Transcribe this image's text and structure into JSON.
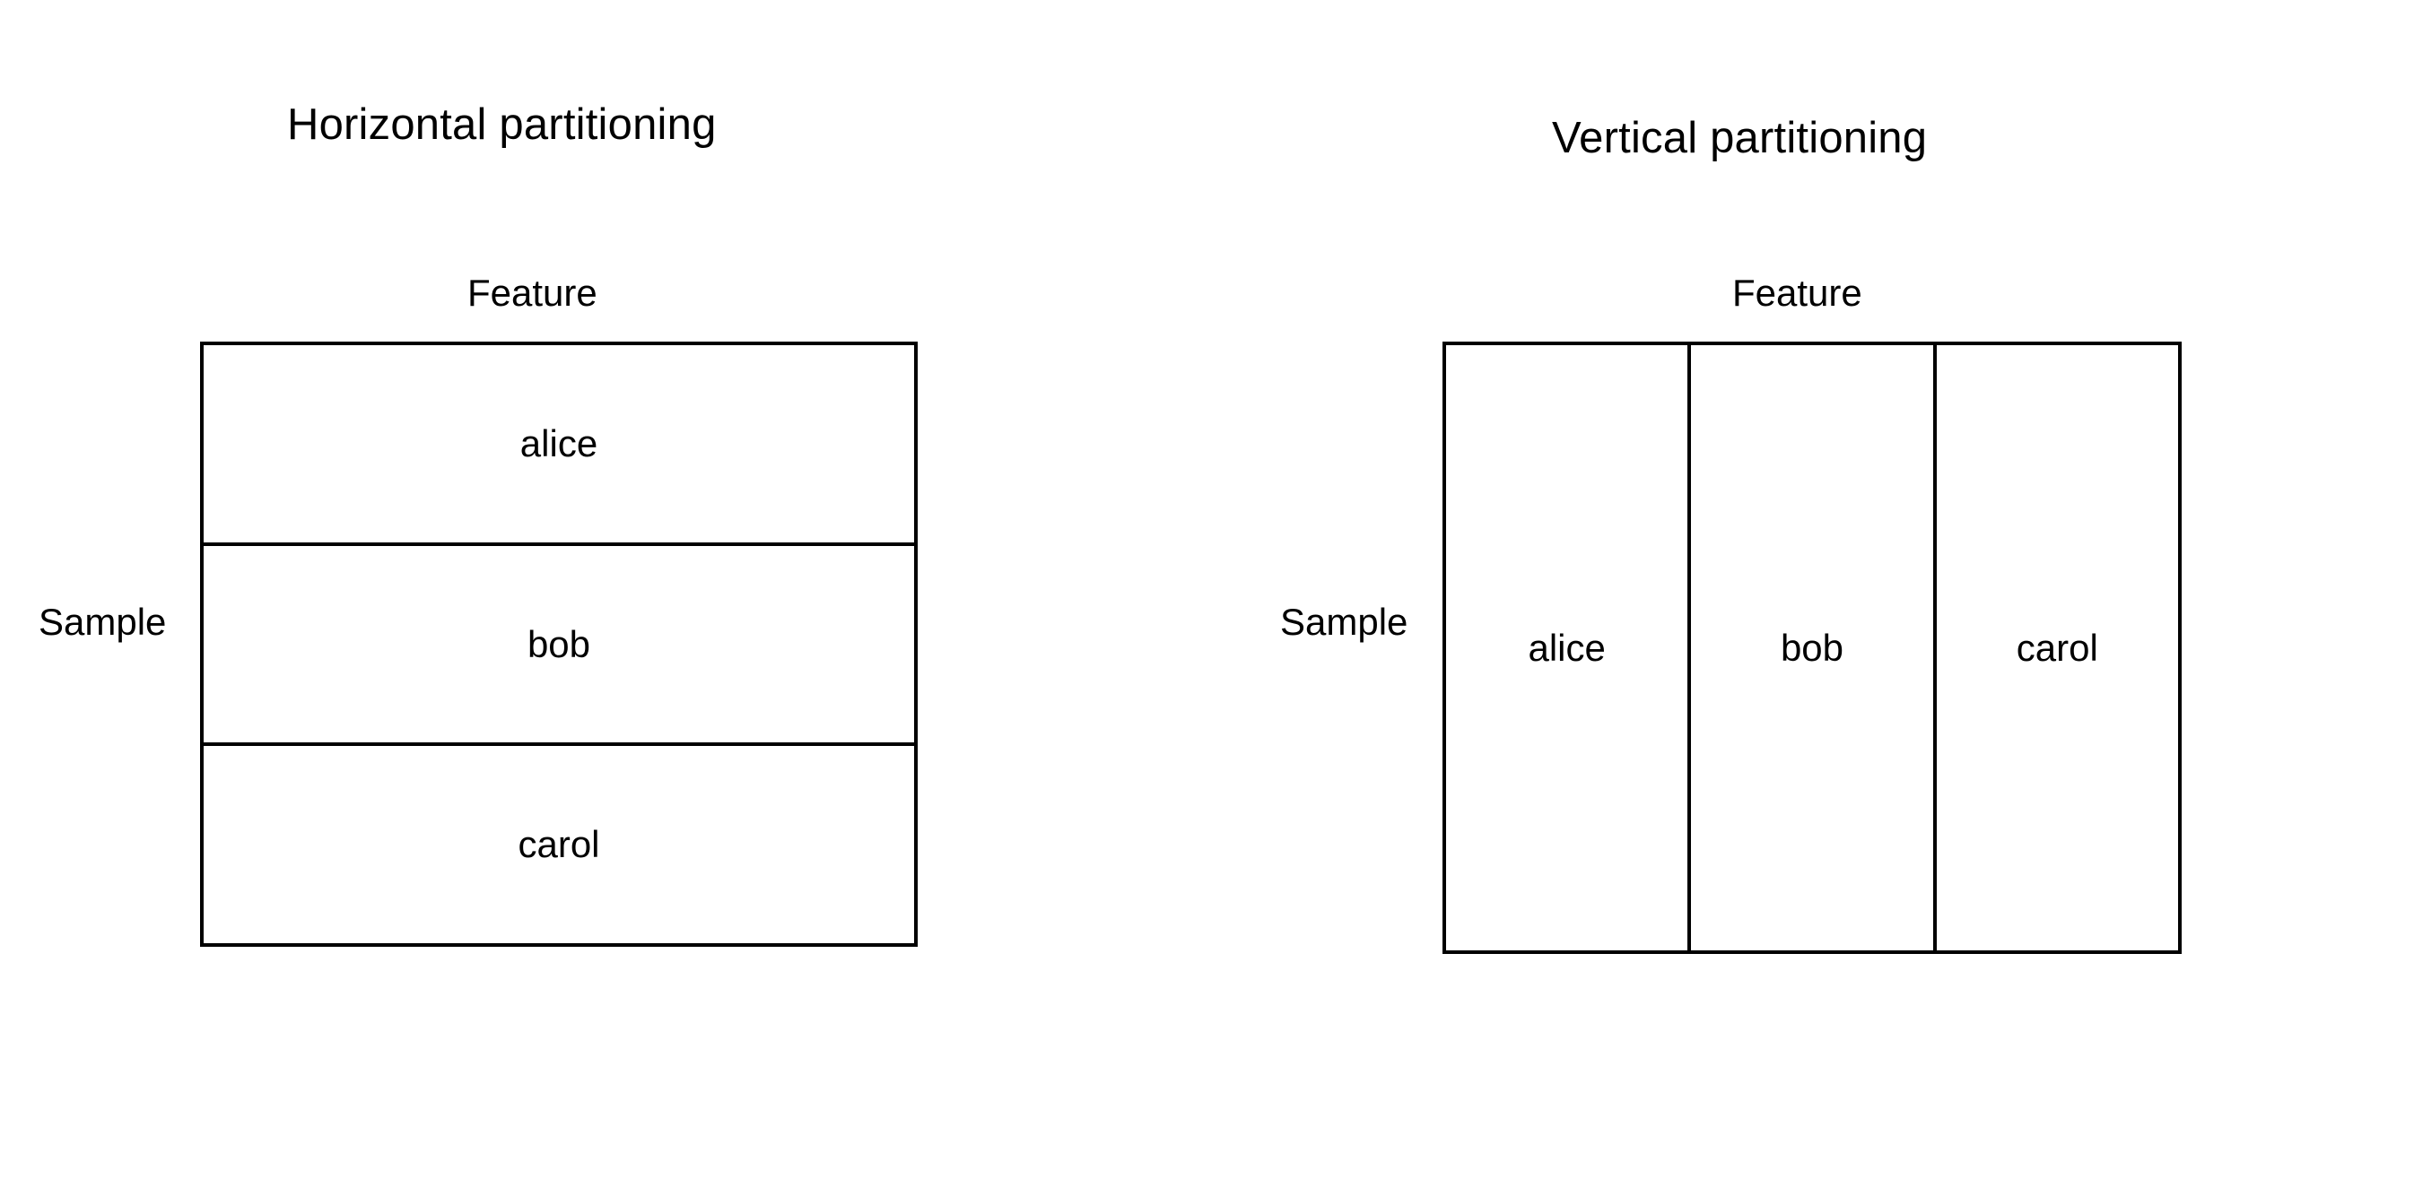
{
  "diagram": {
    "background_color": "#ffffff",
    "line_color": "#000000",
    "text_color": "#000000",
    "panels": [
      {
        "id": "horizontal",
        "title": "Horizontal partitioning",
        "x_axis_label": "Feature",
        "y_axis_label": "Sample",
        "orientation": "rows",
        "partitions": [
          {
            "label": "alice"
          },
          {
            "label": "bob"
          },
          {
            "label": "carol"
          }
        ]
      },
      {
        "id": "vertical",
        "title": "Vertical partitioning",
        "x_axis_label": "Feature",
        "y_axis_label": "Sample",
        "orientation": "columns",
        "partitions": [
          {
            "label": "alice"
          },
          {
            "label": "bob"
          },
          {
            "label": "carol"
          }
        ]
      }
    ]
  }
}
